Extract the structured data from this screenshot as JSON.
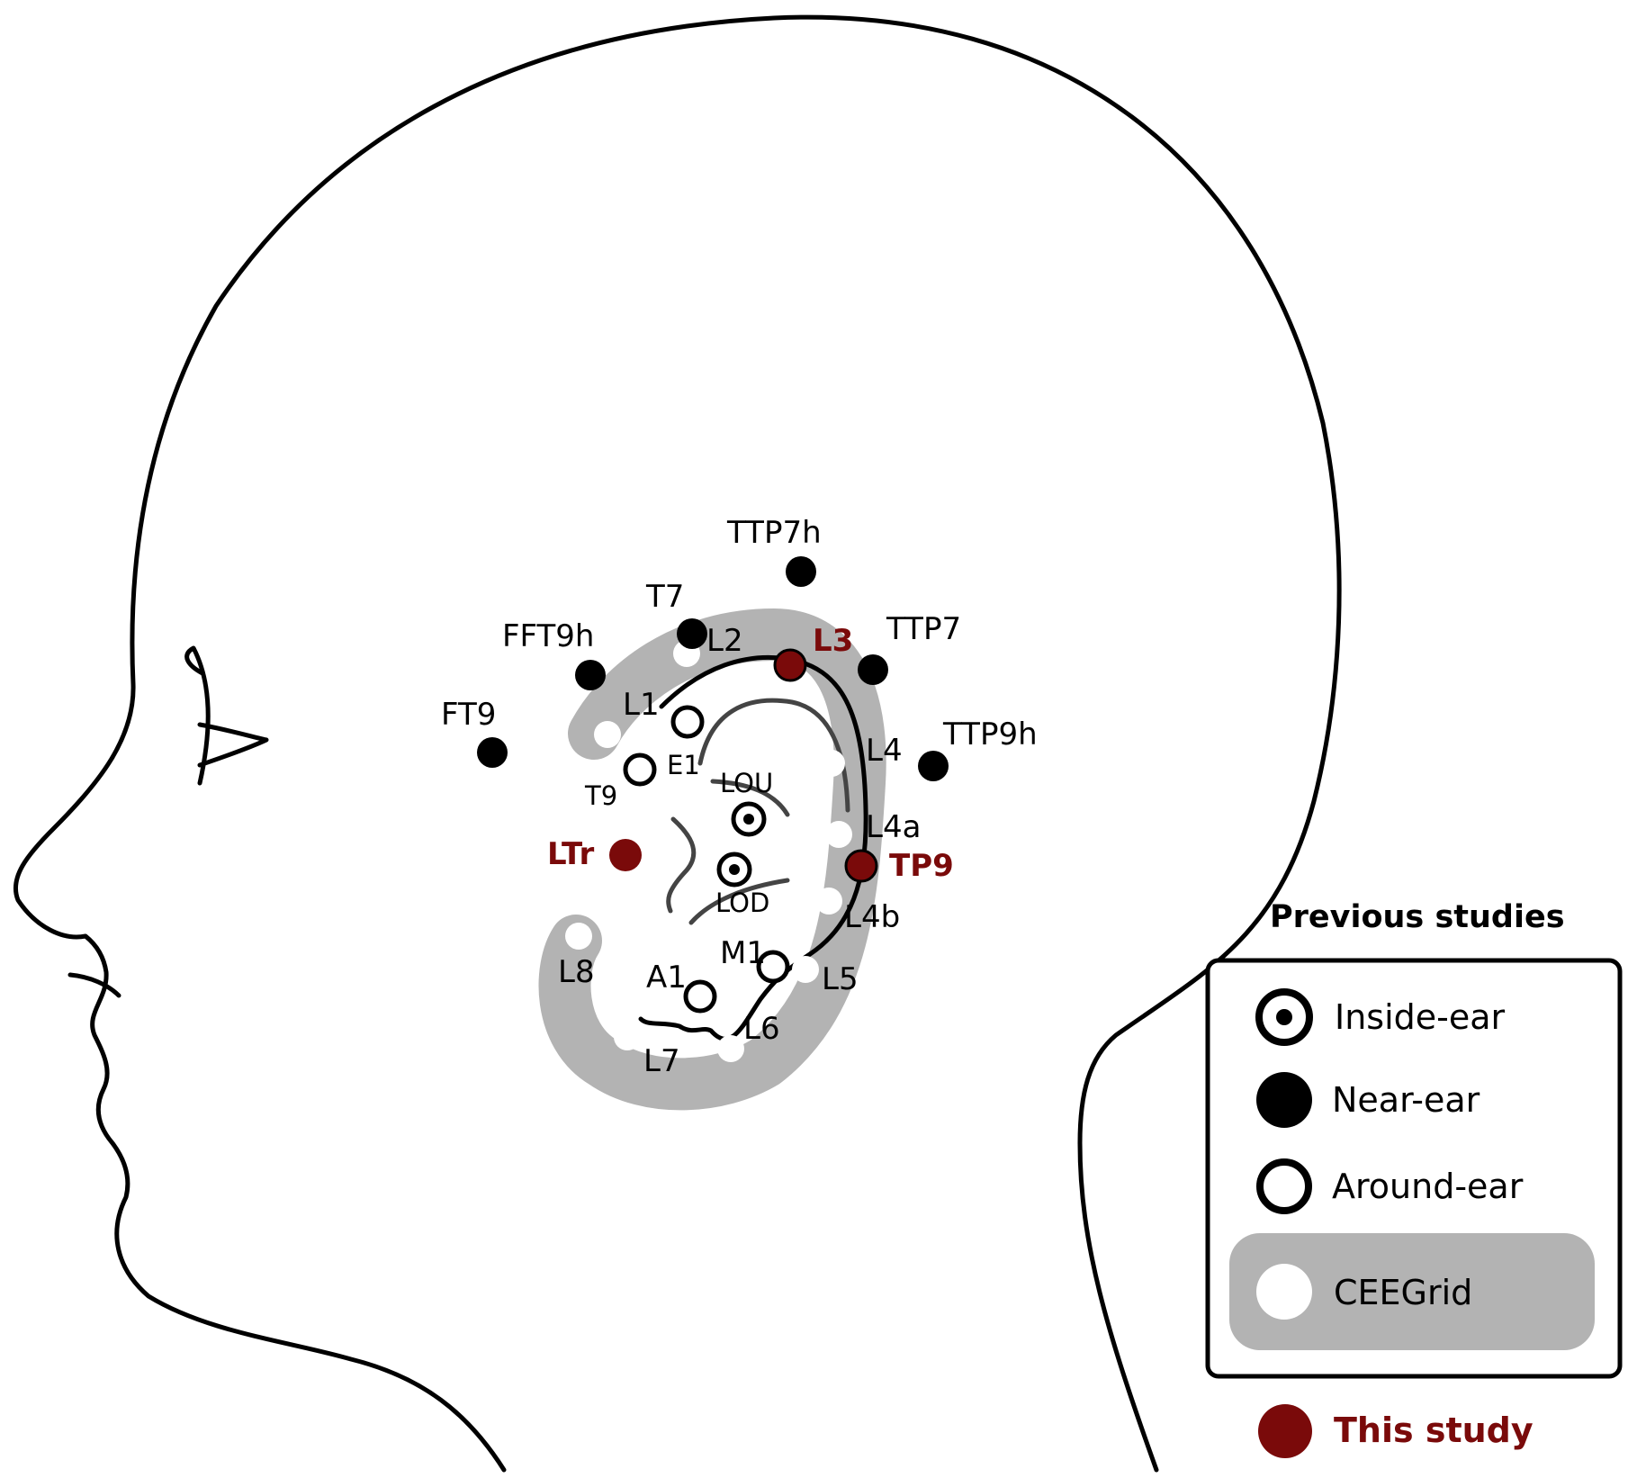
{
  "colors": {
    "outline": "#000000",
    "grid_band": "#b3b3b3",
    "this_study": "#7a0a0a",
    "ceegrid_dot": "#ffffff"
  },
  "electrodes": {
    "TTP7h": "TTP7h",
    "T7": "T7",
    "L2": "L2",
    "L3": "L3",
    "TTP7": "TTP7",
    "FFT9h": "FFT9h",
    "L1": "L1",
    "FT9": "FT9",
    "L4": "L4",
    "TTP9h": "TTP9h",
    "E1": "E1",
    "T9": "T9",
    "LOU": "LOU",
    "L4a": "L4a",
    "LTr": "LTr",
    "TP9": "TP9",
    "LOD": "LOD",
    "L4b": "L4b",
    "M1": "M1",
    "L8": "L8",
    "A1": "A1",
    "L5": "L5",
    "L6": "L6",
    "L7": "L7"
  },
  "legend": {
    "title": "Previous studies",
    "inside_ear": "Inside-ear",
    "near_ear": "Near-ear",
    "around_ear": "Around-ear",
    "ceegrid": "CEEGrid",
    "this_study": "This study"
  }
}
